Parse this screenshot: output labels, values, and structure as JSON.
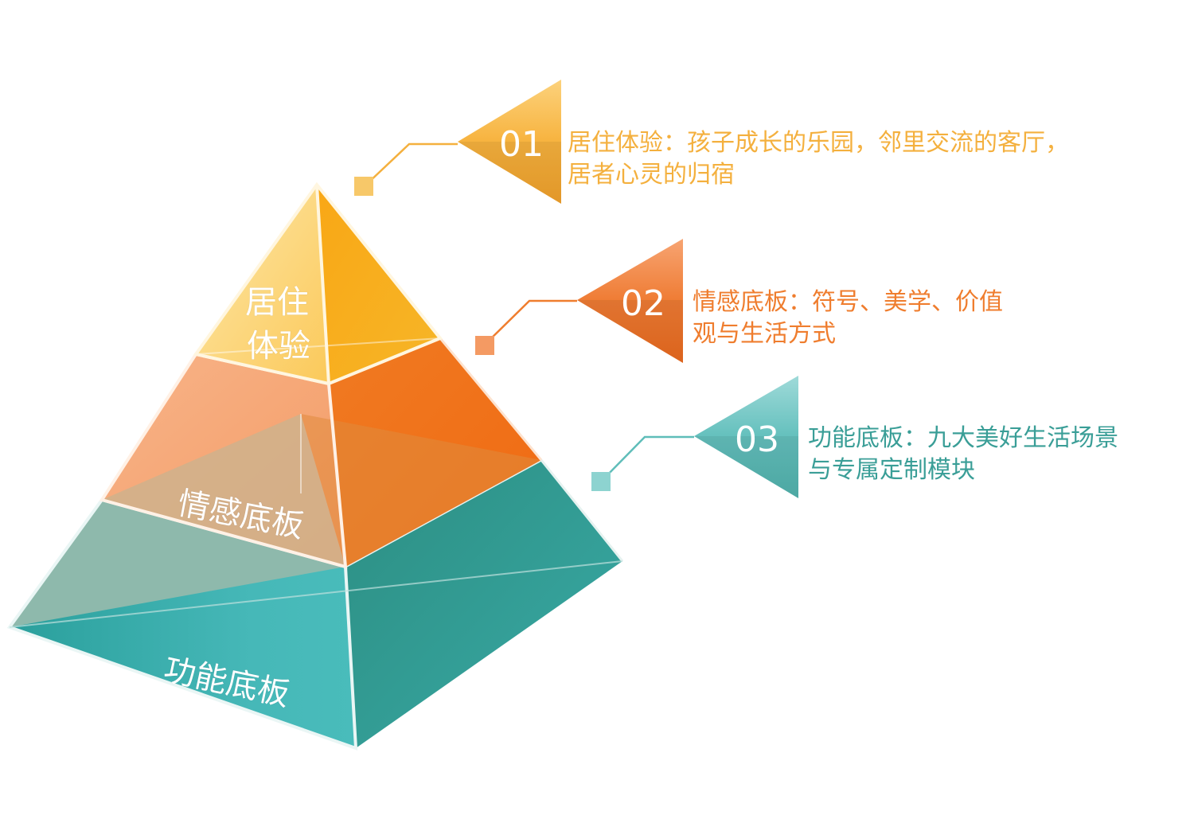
{
  "pyramid": {
    "layers": [
      {
        "id": "top",
        "label_lines": [
          "居住",
          "体验"
        ],
        "color": "#f7b42c"
      },
      {
        "id": "middle",
        "label_lines": [
          "情感底板"
        ],
        "color": "#f07a2a"
      },
      {
        "id": "bottom",
        "label_lines": [
          "功能底板"
        ],
        "color": "#3aaba9"
      }
    ]
  },
  "callouts": [
    {
      "number": "01",
      "text_lines": [
        "居住体验：孩子成长的乐园，邻里交流的客厅，",
        "居者心灵的归宿"
      ],
      "color": "#f4b03e"
    },
    {
      "number": "02",
      "text_lines": [
        "情感底板：符号、美学、价值",
        "观与生活方式"
      ],
      "color": "#ef7d2e"
    },
    {
      "number": "03",
      "text_lines": [
        "功能底板：九大美好生活场景",
        "与专属定制模块"
      ],
      "color": "#3a9e97"
    }
  ]
}
